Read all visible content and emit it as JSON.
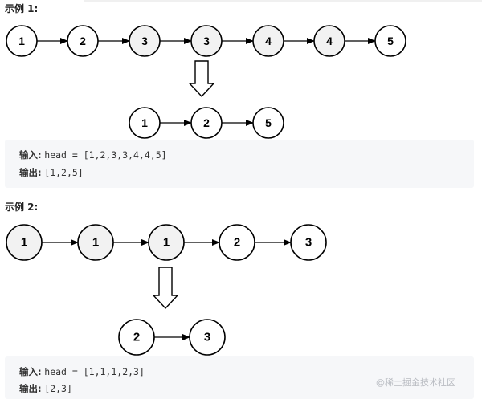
{
  "example1": {
    "title": "示例 1:",
    "input_nodes": [
      "1",
      "2",
      "3",
      "3",
      "4",
      "4",
      "5"
    ],
    "output_nodes": [
      "1",
      "2",
      "5"
    ],
    "input_label": "输入:",
    "input_value": "head = [1,2,3,3,4,4,5]",
    "output_label": "输出:",
    "output_value": "[1,2,5]"
  },
  "example2": {
    "title": "示例 2:",
    "input_nodes": [
      "1",
      "1",
      "1",
      "2",
      "3"
    ],
    "output_nodes": [
      "2",
      "3"
    ],
    "input_label": "输入:",
    "input_value": "head = [1,1,1,2,3]",
    "output_label": "输出:",
    "output_value": "[2,3]"
  },
  "watermark": "@稀土掘金技术社区",
  "colors": {
    "node_fill": "#ffffff",
    "node_fill_duplicate": "#f2f2f2",
    "stroke": "#000000",
    "code_bg": "#f6f7f9"
  }
}
